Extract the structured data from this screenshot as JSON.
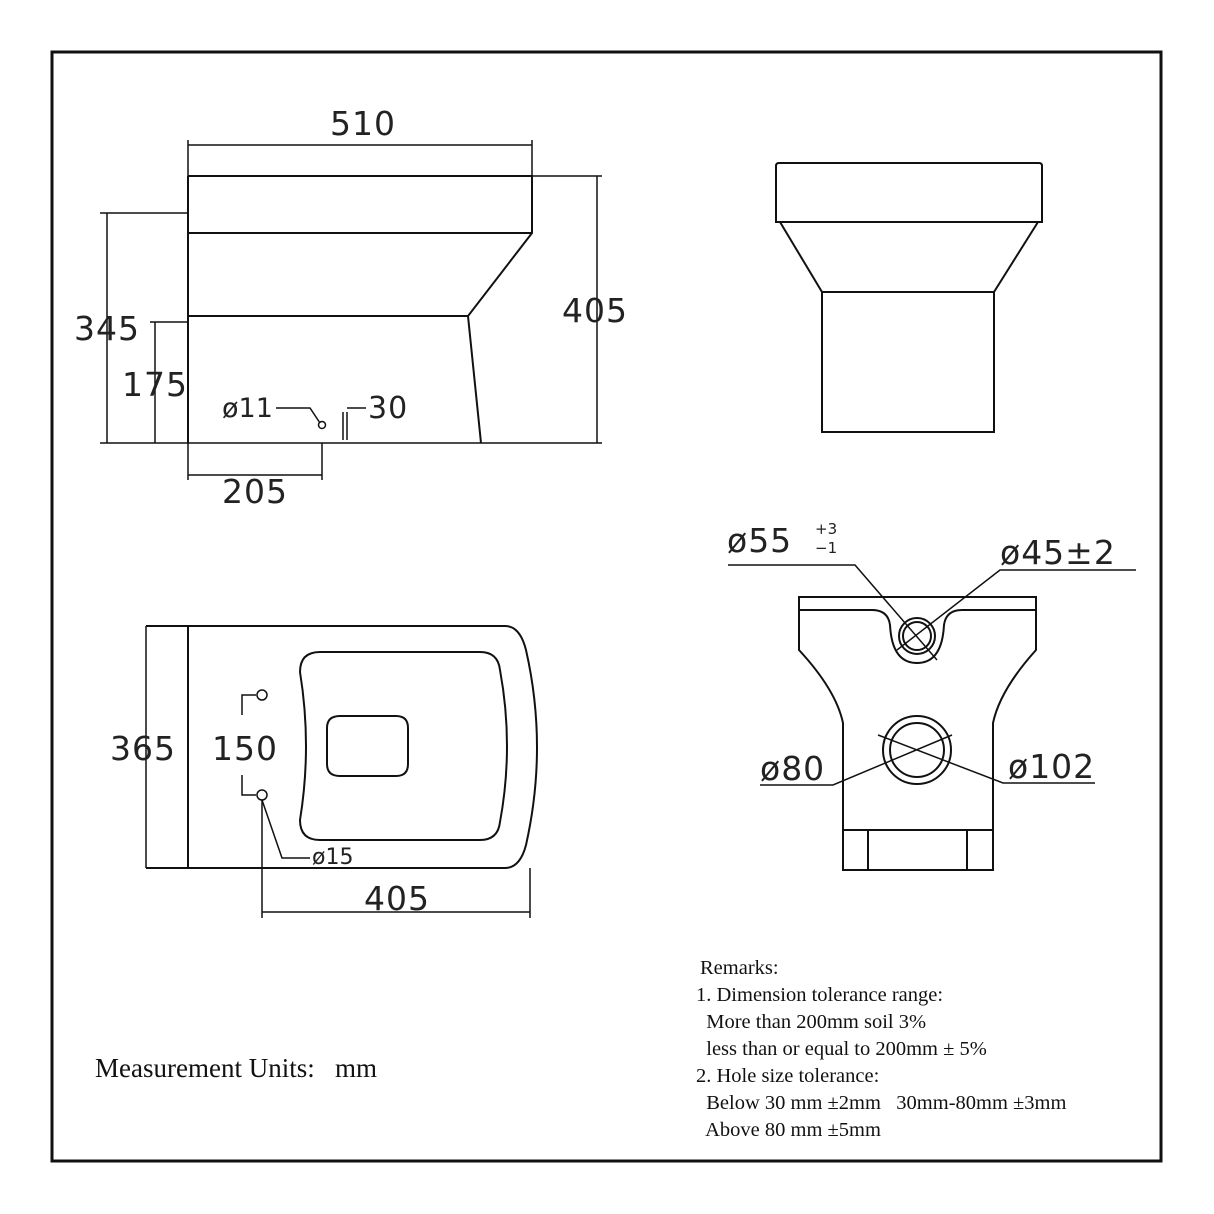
{
  "side_view": {
    "width": "510",
    "height_total": "405",
    "height_inlet": "345",
    "height_outlet": "175",
    "outlet_offset": "205",
    "hole": "ø11",
    "hole_offset": "30"
  },
  "plan_view": {
    "width": "365",
    "length": "405",
    "hole_spacing": "150",
    "hole": "ø15"
  },
  "rear_view": {
    "inlet_outer": "ø55",
    "inlet_tol_plus": "+3",
    "inlet_tol_minus": "−1",
    "inlet_inner": "ø45±2",
    "outlet_inner": "ø80",
    "outlet_outer": "ø102"
  },
  "units": {
    "label": "Measurement Units:",
    "value": "mm"
  },
  "remarks": {
    "title": "Remarks:",
    "lines": [
      "1. Dimension tolerance range:",
      "  More than 200mm soil 3%",
      "  less than or equal to 200mm ± 5%",
      "2. Hole size tolerance:",
      "  Below 30 mm ±2mm   30mm-80mm ±3mm",
      "  Above 80 mm ±5mm"
    ]
  }
}
